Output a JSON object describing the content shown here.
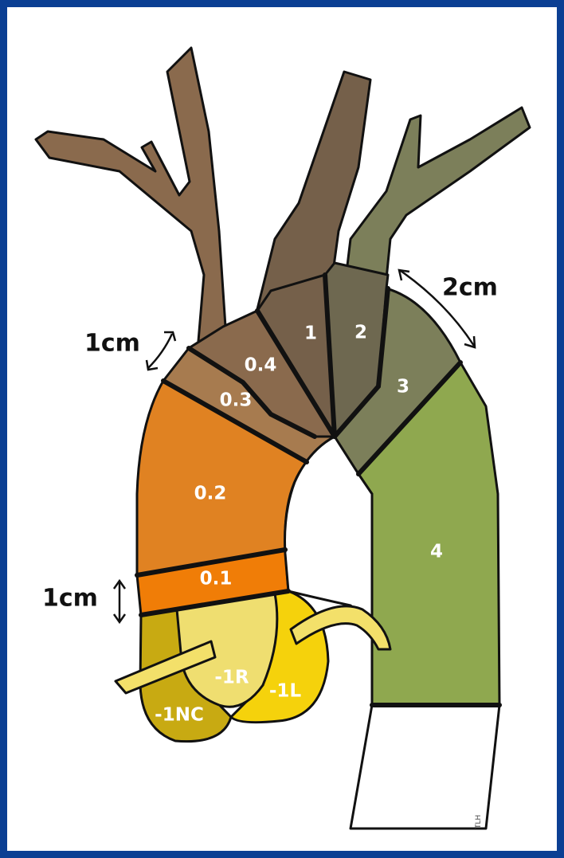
{
  "colors": {
    "frame": "#0b3f93",
    "zone_4": "#8fa84f",
    "zone_3": "#7c7f5a",
    "zone_2": "#6e6850",
    "zone_1": "#75604a",
    "zone_0_4": "#8a6a4d",
    "zone_0_3": "#a77b4f",
    "zone_0_2": "#e08222",
    "zone_0_1": "#f07d07",
    "cusp_nc": "#c8aa12",
    "cusp_r": "#efde70",
    "cusp_l": "#f5d20c",
    "coronary": "#f3e06a"
  },
  "zones": {
    "z4": "4",
    "z3": "3",
    "z2": "2",
    "z1": "1",
    "z04": "0.4",
    "z03": "0.3",
    "z02": "0.2",
    "z01": "0.1"
  },
  "cusps": {
    "nc": "-1NC",
    "r": "-1R",
    "l": "-1L"
  },
  "measurements": {
    "ascending": "1cm",
    "stj": "1cm",
    "distal": "2cm"
  },
  "signature": "TLH"
}
